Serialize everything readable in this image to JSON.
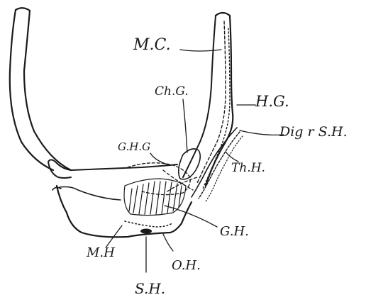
{
  "labels": {
    "mc": "M.C.",
    "chg": "Ch.G.",
    "hg": "H.G.",
    "dig": "Dig r S.H.",
    "ghg": "G.H.G",
    "thh": "Th.H.",
    "gh": "G.H.",
    "mh": "M.H",
    "oh": "O.H.",
    "sh": "S.H."
  },
  "ink_color": "#1a1a1a"
}
